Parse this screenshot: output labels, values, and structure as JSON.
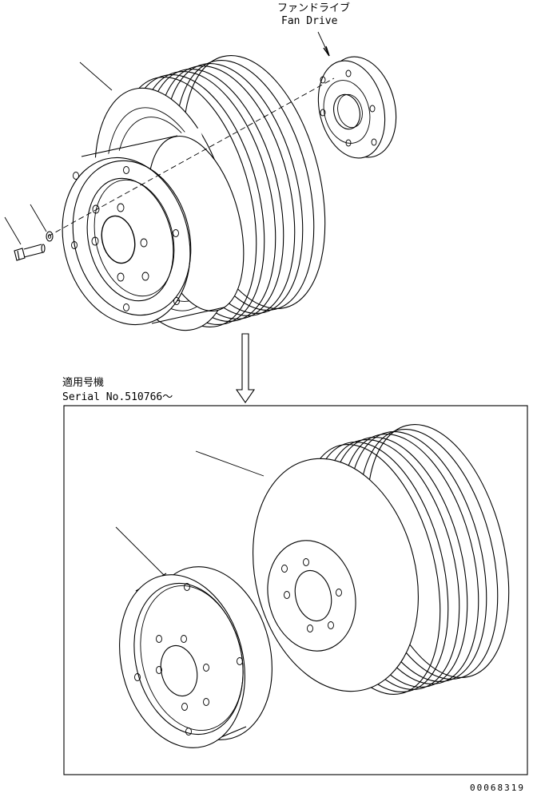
{
  "labels": {
    "fan_drive_jp": "ファンドライブ",
    "fan_drive_en": "Fan Drive",
    "applicable_jp": "適用号機",
    "serial_no": "Serial No.510766～"
  },
  "drawing_number": "00068319",
  "colors": {
    "line": "#000000",
    "background": "#ffffff"
  }
}
